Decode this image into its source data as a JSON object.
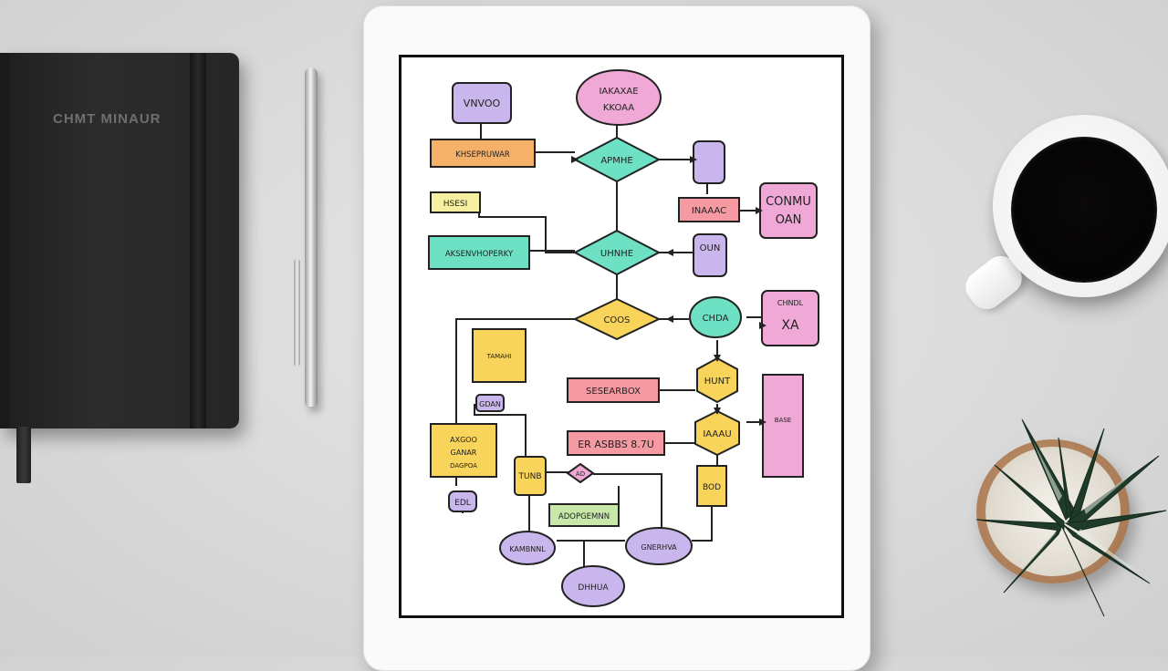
{
  "scene": {
    "notebook": {
      "cover_text": "CHMT MINAUR"
    },
    "colors": {
      "background": "#dcdcdc",
      "notebook": "#262626",
      "tablet": "#fafafa",
      "coffee": "#0a0808",
      "pot": "#b0825c"
    }
  },
  "flowchart": {
    "colors": {
      "purple": "#c8b6ec",
      "pink": "#f0a8d6",
      "orange": "#f5b06a",
      "teal": "#6ee0c4",
      "yellow": "#f8d45a",
      "light_yellow": "#f6f0a0",
      "red": "#f59aa2",
      "pale_green": "#c7e8a8"
    },
    "labels": {
      "top_left_box": "VNVOO",
      "start_oval_1": "IAKAXAE",
      "start_oval_2": "KKOAA",
      "orange_bar": "KHSEPRUWAR",
      "diamond_1": "APMHE",
      "small_purple_1": "",
      "yellow_tag": "HSESI",
      "red_bar_1": "INAAAC",
      "pink_box_1": "CONMU",
      "pink_box_1_line2": "OAN",
      "green_bar": "AKSENVHOPERKY",
      "diamond_2": "UHNHE",
      "small_purple_2": "OUN",
      "diamond_3": "COOS",
      "teal_circle": "CHDA",
      "pink_box_2": "CHNDL",
      "pink_box_2_line2": "XA",
      "yellow_square": "TAMAHI",
      "hexagon_1": "HUNT",
      "red_bar_2": "SESEARBOX",
      "tag_small": "GDAN",
      "hexagon_2": "IAAAU",
      "pink_tall": "BASE",
      "red_bar_3": "ER ASBBS 8.7U",
      "orange_box_1": "AXGOO",
      "orange_box_1_line2": "GANAR",
      "orange_box_1_line3": "DAGPOA",
      "orange_box_2": "TUNB",
      "small_diamond": "AD",
      "pale_green_bar": "ADOPGEMNN",
      "orange_box_3": "BOD",
      "purple_small": "EDL",
      "oval_bottom_left": "KAMBNNL",
      "oval_bottom_right": "GNERHVA",
      "oval_end": "DHHUA"
    }
  }
}
